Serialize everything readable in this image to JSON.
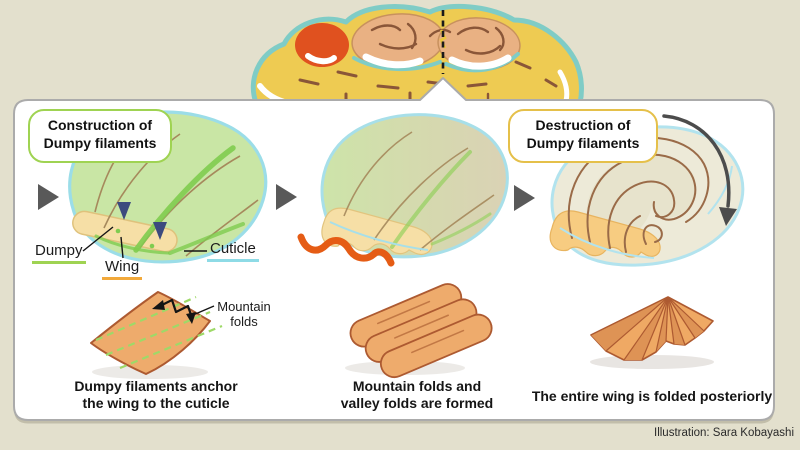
{
  "badges": {
    "construction": {
      "line1": "Construction of",
      "line2": "Dumpy filaments"
    },
    "destruction": {
      "line1": "Destruction of",
      "line2": "Dumpy filaments"
    }
  },
  "wing_labels": {
    "dumpy": "Dumpy",
    "wing": "Wing",
    "cuticle": "Cuticle"
  },
  "fold_label": {
    "line1": "Mountain",
    "line2": "folds"
  },
  "captions": {
    "step1": {
      "line1": "Dumpy filaments anchor",
      "line2": "the wing to the cuticle"
    },
    "step2": {
      "line1": "Mountain folds and",
      "line2": "valley folds are formed"
    },
    "step3": {
      "line1": "The entire wing is folded posteriorly"
    }
  },
  "credit": "Illustration: Sara Kobayashi",
  "palette": {
    "background": "#e3e0cd",
    "panel_bg": "#ffffff",
    "panel_border": "#ababab",
    "construction_accent": "#9fd352",
    "destruction_accent": "#e5c04a",
    "dumpy_underline": "#9fd352",
    "wing_underline": "#f2a93b",
    "cuticle_underline": "#8edbe6",
    "step_arrow_gray": "#595959",
    "wing_green": "#c9e6a5",
    "wing_outline_cyan": "#9bdde8",
    "wing_base_cream": "#f6dfa6",
    "filament_arrow_navy": "#3c4a7e",
    "squiggle_orange": "#e55c15",
    "fold_sheet_orange": "#eeab6c",
    "fold_sheet_outline": "#ad5a31",
    "mountain_fold_dash_green": "#9ed968",
    "pupa_body_yellow": "#eecb52",
    "pupa_outline_teal": "#7fccc6",
    "pupa_spot_orange": "#e0511f",
    "pupa_wing_peach": "#e9b183"
  }
}
